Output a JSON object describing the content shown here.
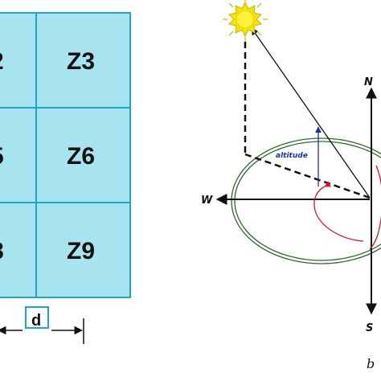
{
  "zones": {
    "labels": [
      "2",
      "Z3",
      "5",
      "Z6",
      "8",
      "Z9"
    ],
    "fill_color": "#a8e4f0",
    "border_color": "#1aa7c9"
  },
  "dimension": {
    "label": "d",
    "box_color": "#1aa7c9"
  },
  "compass": {
    "north": "N",
    "south": "S",
    "west": "W"
  },
  "sun_diagram": {
    "altitude_label": "altitude",
    "sun_color": "#f5e400",
    "orbit_color": "#2e6b2e",
    "altitude_arrow_color": "#1a2fc0",
    "azimuth_arc_color": "#e0102a"
  },
  "panel_label": "b"
}
